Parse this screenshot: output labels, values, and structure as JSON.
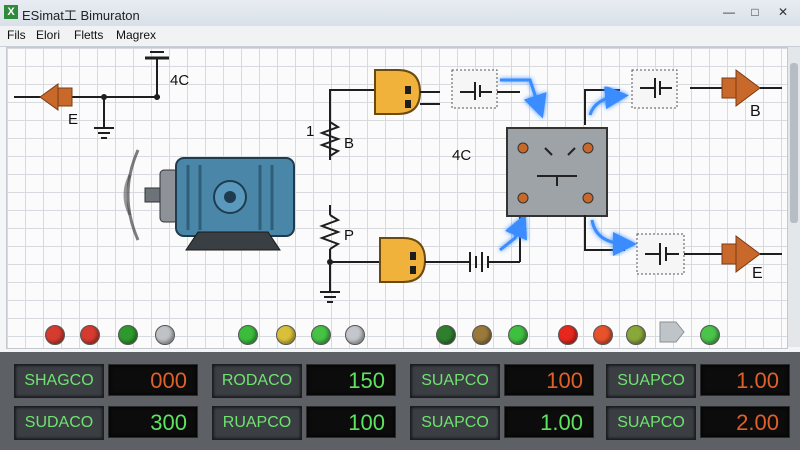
{
  "window": {
    "title": "ESimat工 Bimuraton",
    "app_icon": "X"
  },
  "menu": {
    "items": [
      "Fils",
      "Elori",
      "Fletts",
      "Magrex"
    ]
  },
  "diagram": {
    "labels": {
      "battery_top": "4C",
      "left_arrow": "E",
      "resistor_top_num": "1",
      "resistor_top": "B",
      "resistor_bottom": "P",
      "controller_input": "4C",
      "right_top_arrow": "B",
      "right_bottom_arrow": "E"
    },
    "colors": {
      "wire": "#1e1e1e",
      "flow": "#3a8dff",
      "motor": "#4a86a8",
      "gate": "#f0b23a",
      "arrow": "#c8682a",
      "controller": "#9ea3a8"
    }
  },
  "leds": [
    {
      "name": "led-1",
      "color": "#d63b2f"
    },
    {
      "name": "led-2",
      "color": "#d63b2f"
    },
    {
      "name": "led-3",
      "color": "#2e9a2e"
    },
    {
      "name": "led-4",
      "color": "#bfc3c7"
    },
    {
      "name": "led-5",
      "color": "#3bbd3b"
    },
    {
      "name": "led-6",
      "color": "#d9c03a"
    },
    {
      "name": "led-7",
      "color": "#46c246"
    },
    {
      "name": "led-8",
      "color": "#c3c6ca"
    },
    {
      "name": "led-9",
      "color": "#2f7f2f"
    },
    {
      "name": "led-10",
      "color": "#9a7a3c"
    },
    {
      "name": "led-11",
      "color": "#3fbf3f"
    },
    {
      "name": "led-12",
      "color": "#e8271e"
    },
    {
      "name": "led-13",
      "color": "#e8522a"
    },
    {
      "name": "led-14",
      "color": "#8aa83a"
    },
    {
      "name": "led-15",
      "color": "#4ac44a"
    }
  ],
  "readouts": [
    {
      "label": "SHAGCO",
      "value": "000",
      "value_color": "#e0602a"
    },
    {
      "label": "SUDACO",
      "value": "300",
      "value_color": "#5fe35f"
    },
    {
      "label": "RODACO",
      "value": "150",
      "value_color": "#5fe35f"
    },
    {
      "label": "RUAPCO",
      "value": "100",
      "value_color": "#5fe35f"
    },
    {
      "label": "SUAPCO",
      "value": "100",
      "value_color": "#e0602a"
    },
    {
      "label": "SUAPCO",
      "value": "1.00",
      "value_color": "#5fe35f"
    },
    {
      "label": "SUAPCO",
      "value": "1.00",
      "value_color": "#e0602a"
    },
    {
      "label": "SUAPCO",
      "value": "2.00",
      "value_color": "#e0602a"
    }
  ]
}
